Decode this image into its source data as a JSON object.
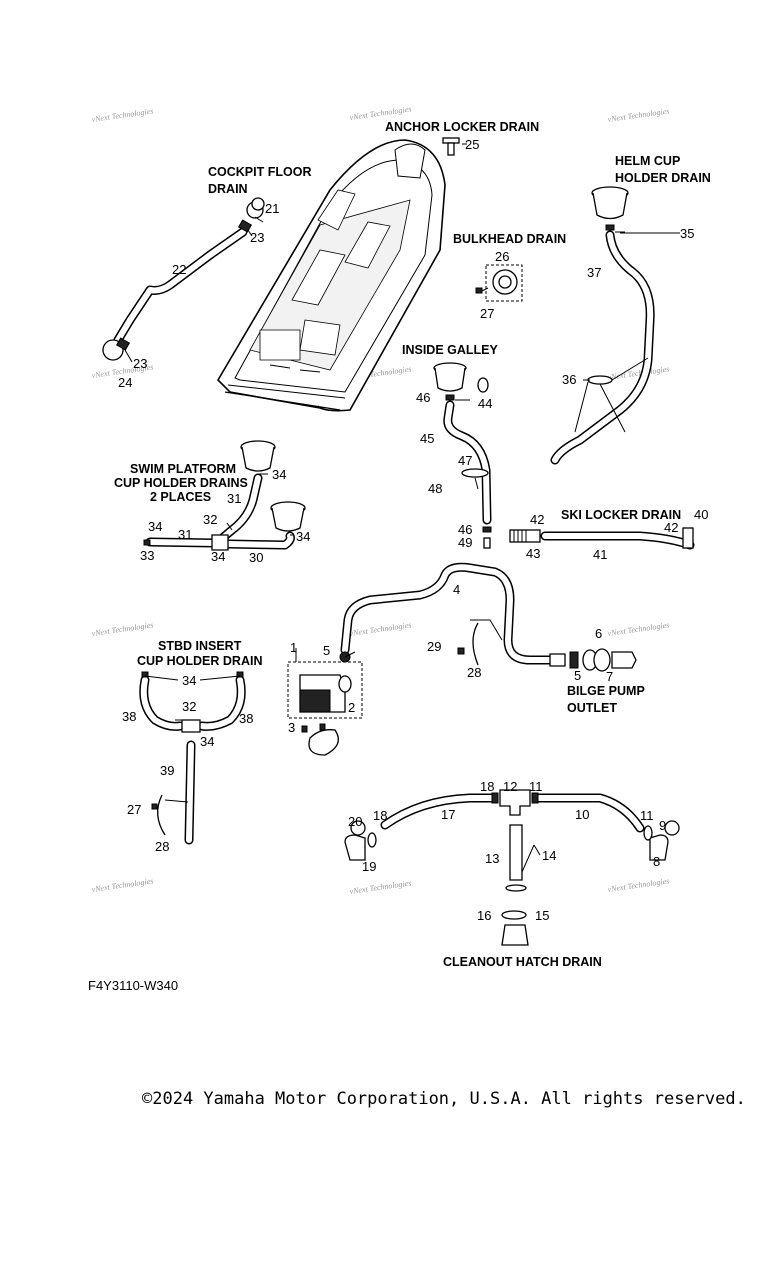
{
  "headings": {
    "anchor_locker": "ANCHOR LOCKER DRAIN",
    "cockpit_floor_1": "COCKPIT FLOOR",
    "cockpit_floor_2": "DRAIN",
    "helm_cup_1": "HELM CUP",
    "helm_cup_2": "HOLDER DRAIN",
    "bulkhead": "BULKHEAD DRAIN",
    "inside_galley": "INSIDE GALLEY",
    "swim_platform_1": "SWIM PLATFORM",
    "swim_platform_2": "CUP HOLDER DRAINS",
    "swim_platform_3": "2 PLACES",
    "ski_locker": "SKI LOCKER DRAIN",
    "stbd_insert_1": "STBD INSERT",
    "stbd_insert_2": "CUP HOLDER DRAIN",
    "bilge_1": "BILGE PUMP",
    "bilge_2": "OUTLET",
    "cleanout": "CLEANOUT HATCH DRAIN"
  },
  "callouts": {
    "n1": "1",
    "n2": "2",
    "n3": "3",
    "n4": "4",
    "n5a": "5",
    "n5b": "5",
    "n6": "6",
    "n7": "7",
    "n8": "8",
    "n9": "9",
    "n10": "10",
    "n11a": "11",
    "n11b": "11",
    "n12": "12",
    "n13": "13",
    "n14": "14",
    "n15": "15",
    "n16": "16",
    "n17": "17",
    "n18a": "18",
    "n18b": "18",
    "n19": "19",
    "n20": "20",
    "n21": "21",
    "n22": "22",
    "n23a": "23",
    "n23b": "23",
    "n24": "24",
    "n25": "25",
    "n26": "26",
    "n27a": "27",
    "n27b": "27",
    "n28a": "28",
    "n28b": "28",
    "n29": "29",
    "n30": "30",
    "n31a": "31",
    "n31b": "31",
    "n32a": "32",
    "n32b": "32",
    "n33": "33",
    "n34a": "34",
    "n34b": "34",
    "n34c": "34",
    "n34d": "34",
    "n34e": "34",
    "n34f": "34",
    "n35": "35",
    "n36": "36",
    "n37": "37",
    "n38a": "38",
    "n38b": "38",
    "n39": "39",
    "n40": "40",
    "n41": "41",
    "n42a": "42",
    "n42b": "42",
    "n43": "43",
    "n44": "44",
    "n45": "45",
    "n46a": "46",
    "n46b": "46",
    "n47": "47",
    "n48": "48",
    "n49": "49"
  },
  "watermark": "vNext Technologies",
  "diagram_code": "F4Y3110-W340",
  "copyright": "©2024 Yamaha Motor Corporation, U.S.A. All rights reserved."
}
